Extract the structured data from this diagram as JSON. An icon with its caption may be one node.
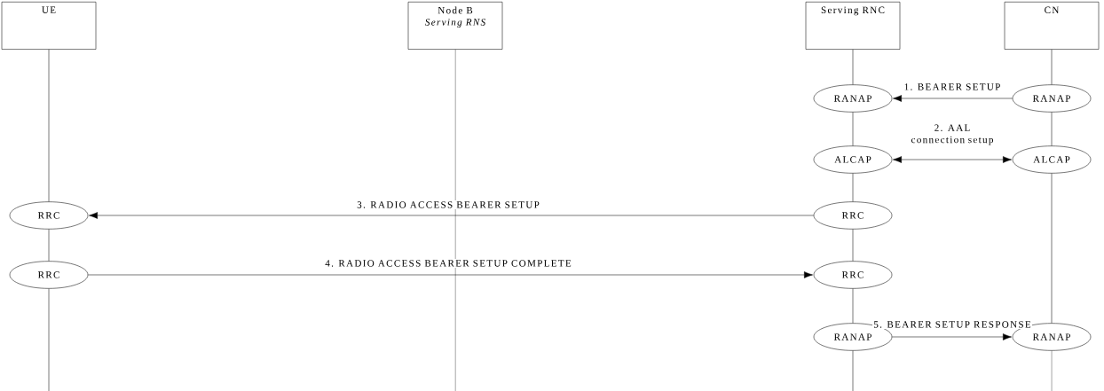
{
  "diagram": {
    "nodes": [
      {
        "text": [
          "UE"
        ]
      },
      {
        "text": [
          "Node B",
          "Serving RNS"
        ]
      },
      {
        "text": [
          "Serving RNC"
        ]
      },
      {
        "text": [
          "CN"
        ]
      },
      {
        "text": [
          "RANAP"
        ]
      },
      {
        "text": [
          "RANAP"
        ]
      },
      {
        "text": [
          "ALCAP"
        ]
      },
      {
        "text": [
          "ALCAP"
        ]
      },
      {
        "text": [
          "RRC"
        ]
      },
      {
        "text": [
          "RRC"
        ]
      },
      {
        "text": [
          "RRC"
        ]
      },
      {
        "text": [
          "RRC"
        ]
      },
      {
        "text": [
          "RANAP"
        ]
      },
      {
        "text": [
          "RANAP"
        ]
      }
    ],
    "edges": [
      {
        "from": 5,
        "to": 4,
        "arrow": "to",
        "label": "1. BEARER SETUP"
      },
      {
        "from": 6,
        "to": 7,
        "arrow": "both",
        "label": "2. AAL connection setup"
      },
      {
        "from": 9,
        "to": 8,
        "arrow": "to",
        "label": "3. RADIO ACCESS BEARER SETUP"
      },
      {
        "from": 10,
        "to": 11,
        "arrow": "to",
        "label": "4. RADIO ACCESS BEARER SETUP COMPLETE"
      },
      {
        "from": 12,
        "to": 13,
        "arrow": "to",
        "label": "5. BEARER SETUP RESPONSE"
      },
      {
        "from": 0,
        "to": 8,
        "arrow": "none"
      },
      {
        "from": 8,
        "to": 10,
        "arrow": "none"
      },
      {
        "from": 10,
        "to": null,
        "arrow": "none"
      },
      {
        "from": 1,
        "to": null,
        "arrow": "none"
      },
      {
        "from": 2,
        "to": 4,
        "arrow": "none"
      },
      {
        "from": 4,
        "to": 6,
        "arrow": "none"
      },
      {
        "from": 6,
        "to": 9,
        "arrow": "none"
      },
      {
        "from": 9,
        "to": 11,
        "arrow": "none"
      },
      {
        "from": 11,
        "to": 12,
        "arrow": "none"
      },
      {
        "from": 12,
        "to": null,
        "arrow": "none"
      },
      {
        "from": 3,
        "to": 5,
        "arrow": "none"
      },
      {
        "from": 5,
        "to": 7,
        "arrow": "none"
      },
      {
        "from": 7,
        "to": 13,
        "arrow": "none"
      },
      {
        "from": 13,
        "to": null,
        "arrow": "none"
      }
    ]
  }
}
